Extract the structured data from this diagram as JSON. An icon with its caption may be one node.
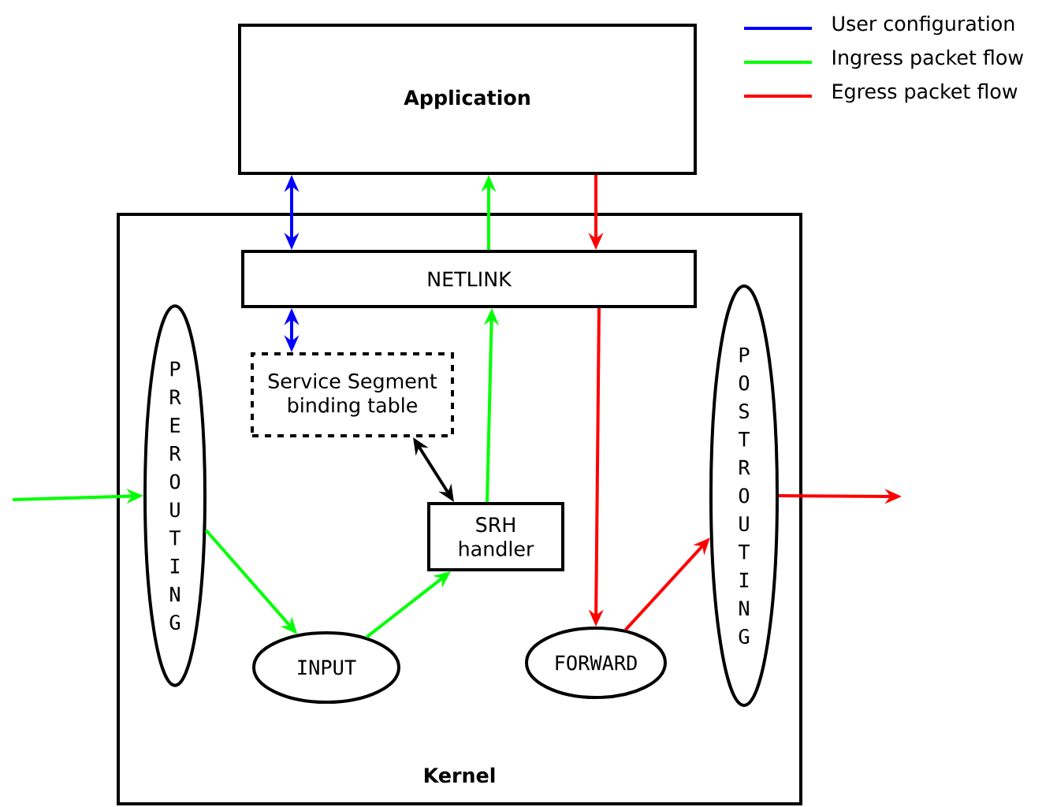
{
  "diagram": {
    "nodes": [
      {
        "text": [
          "Kernel"
        ]
      },
      {
        "text": [
          "Application"
        ]
      },
      {
        "text": [
          "NETLINK"
        ],
        "in": 0
      },
      {
        "text": [
          "Service Segment binding table"
        ],
        "in": 0
      },
      {
        "text": [
          "PREROUTING"
        ],
        "in": 0
      },
      {
        "text": [
          "INPUT"
        ],
        "in": 0
      },
      {
        "text": [
          "SRH handler"
        ],
        "in": 0
      },
      {
        "text": [
          "FORWARD"
        ],
        "in": 0
      },
      {
        "text": [
          "POSTROUTING"
        ],
        "in": 0
      }
    ],
    "edges": [
      {
        "from": 1,
        "to": 2,
        "arrow": "both",
        "color": "#0000ff"
      },
      {
        "from": 2,
        "to": 3,
        "arrow": "both",
        "color": "#0000ff"
      },
      {
        "from": 2,
        "to": 1,
        "arrow": "to",
        "color": "#00ff00"
      },
      {
        "from": 1,
        "to": 2,
        "arrow": "to",
        "color": "#ff0000"
      },
      {
        "from": null,
        "to": 4,
        "arrow": "to",
        "color": "#00ff00"
      },
      {
        "from": 4,
        "to": 5,
        "arrow": "to",
        "color": "#00ff00"
      },
      {
        "from": 5,
        "to": 6,
        "arrow": "to",
        "color": "#00ff00"
      },
      {
        "from": 6,
        "to": 2,
        "arrow": "to",
        "color": "#00ff00"
      },
      {
        "from": 3,
        "to": 6,
        "arrow": "both",
        "color": "#000000"
      },
      {
        "from": 2,
        "to": 7,
        "arrow": "to",
        "color": "#ff0000"
      },
      {
        "from": 7,
        "to": 8,
        "arrow": "to",
        "color": "#ff0000"
      },
      {
        "from": 8,
        "to": null,
        "arrow": "to",
        "color": "#ff0000"
      }
    ],
    "legend": [
      {
        "text": "User configuration"
      },
      {
        "text": "Ingress packet flow"
      },
      {
        "text": "Egress packet flow"
      }
    ]
  }
}
